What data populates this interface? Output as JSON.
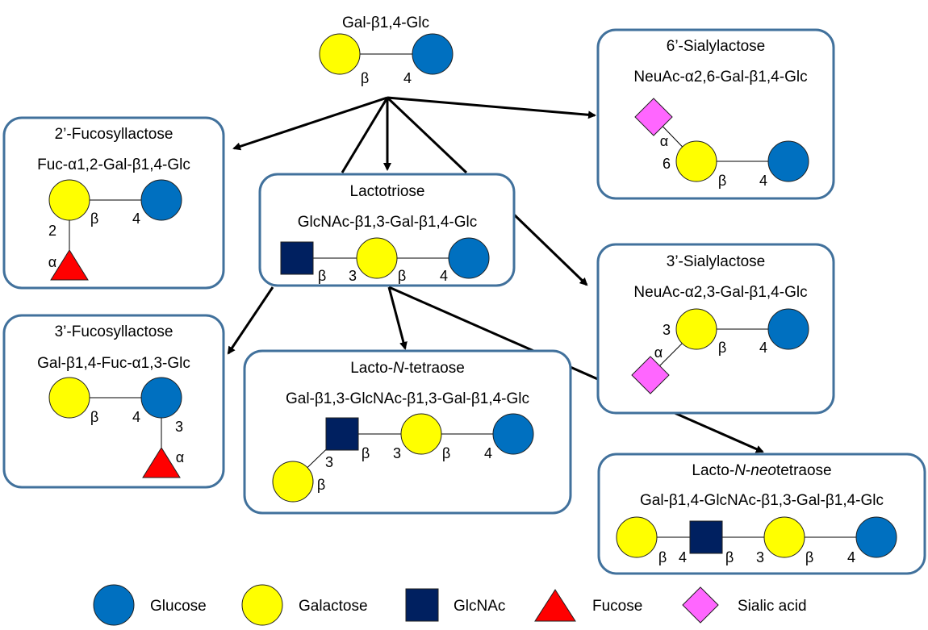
{
  "colors": {
    "glucose": "#0070C0",
    "galactose": "#FFFF00",
    "glcnac": "#002060",
    "fucose": "#FF0000",
    "sialic_acid": "#FF66FF",
    "box_border": "#41719C"
  },
  "lactose": {
    "formula": "Gal-β1,4-Glc",
    "bonds": [
      "β",
      "4"
    ]
  },
  "fl2": {
    "title": "2’-Fucosyllactose",
    "formula": "Fuc-α1,2-Gal-β1,4-Glc",
    "bonds": [
      "2",
      "α",
      "β",
      "4"
    ]
  },
  "fl3": {
    "title": "3’-Fucosyllactose",
    "formula": "Gal-β1,4-Fuc-α1,3-Glc",
    "bonds": [
      "β",
      "4",
      "3",
      "α"
    ]
  },
  "lactotriose": {
    "title": "Lactotriose",
    "formula": "GlcNAc-β1,3-Gal-β1,4-Glc",
    "bonds": [
      "β",
      "3",
      "β",
      "4"
    ]
  },
  "lnt": {
    "title_a": "Lacto-",
    "title_b": "N",
    "title_c": "-tetraose",
    "formula": "Gal-β1,3-GlcNAc-β1,3-Gal-β1,4-Glc",
    "bonds": [
      "3",
      "β",
      "β",
      "3",
      "β",
      "4"
    ]
  },
  "sl6": {
    "title": "6’-Sialylactose",
    "formula": "NeuAc-α2,6-Gal-β1,4-Glc",
    "bonds": [
      "α",
      "6",
      "β",
      "4"
    ]
  },
  "sl3": {
    "title": "3’-Sialylactose",
    "formula": "NeuAc-α2,3-Gal-β1,4-Glc",
    "bonds": [
      "3",
      "α",
      "β",
      "4"
    ]
  },
  "lnnt": {
    "title_a": "Lacto-",
    "title_b": "N",
    "title_c": "-",
    "title_d": "neo",
    "title_e": "tetraose",
    "formula": "Gal-β1,4-GlcNAc-β1,3-Gal-β1,4-Glc",
    "bonds": [
      "β",
      "4",
      "β",
      "3",
      "β",
      "4"
    ]
  },
  "legend": {
    "glucose": "Glucose",
    "galactose": "Galactose",
    "glcnac": "GlcNAc",
    "fucose": "Fucose",
    "sialic_acid": "Sialic acid"
  }
}
